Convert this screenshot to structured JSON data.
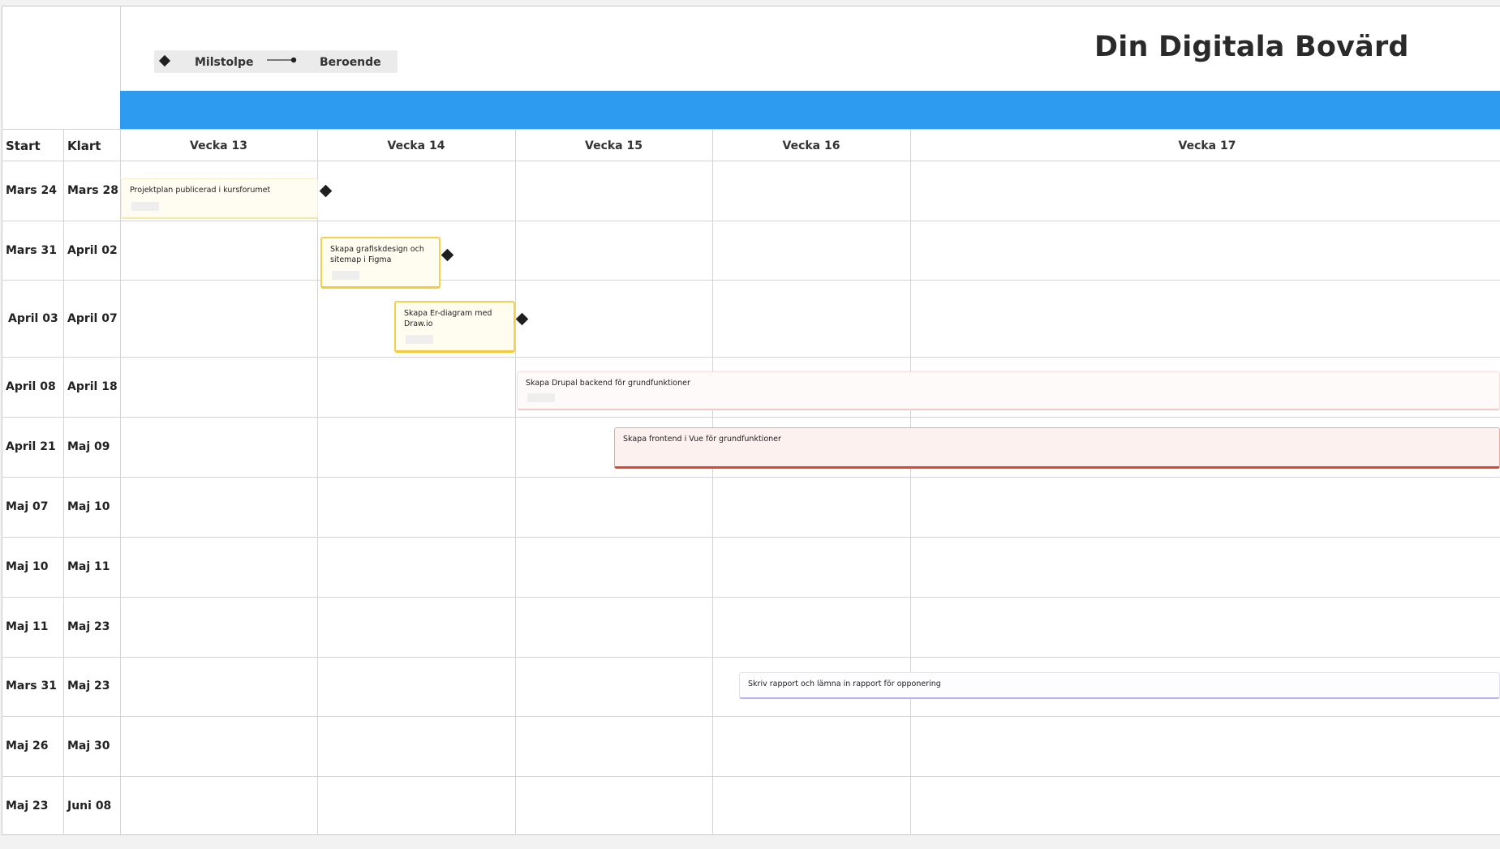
{
  "title": "Din Digitala Bovärd",
  "legend": {
    "milestone_label": "Milstolpe",
    "dependency_label": "Beroende"
  },
  "columns": {
    "start": "Start",
    "done": "Klart"
  },
  "weeks": [
    "Vecka 13",
    "Vecka 14",
    "Vecka 15",
    "Vecka 16",
    "Vecka 17"
  ],
  "colors": {
    "banner": "#2d9bf0",
    "yellow_task": "#f5c93a",
    "red_task": "#e0452f",
    "lilac_task": "#b9b0ee"
  },
  "chart_data": {
    "type": "gantt",
    "title": "Din Digitala Bovärd",
    "x_axis": [
      "Vecka 13",
      "Vecka 14",
      "Vecka 15",
      "Vecka 16",
      "Vecka 17"
    ],
    "rows": [
      {
        "start": "Mars 24",
        "done": "Mars 28",
        "task": "Projektplan publicerad i kursforumet",
        "milestone": true
      },
      {
        "start": "Mars 31",
        "done": "April 02",
        "task": "Skapa grafiskdesign och sitemap i Figma",
        "milestone": true
      },
      {
        "start": "April 03",
        "done": "April 07",
        "task": "Skapa Er-diagram med Draw.io",
        "milestone": true
      },
      {
        "start": "April 08",
        "done": "April 18",
        "task": "Skapa Drupal backend för grundfunktioner",
        "milestone": false
      },
      {
        "start": "April 21",
        "done": "Maj 09",
        "task": "Skapa frontend i Vue för grundfunktioner",
        "milestone": false
      },
      {
        "start": "Maj 07",
        "done": "Maj 10",
        "task": "",
        "milestone": false
      },
      {
        "start": "Maj 10",
        "done": "Maj 11",
        "task": "",
        "milestone": false
      },
      {
        "start": "Maj 11",
        "done": "Maj 23",
        "task": "",
        "milestone": false
      },
      {
        "start": "Mars 31",
        "done": "Maj 23",
        "task": "Skriv rapport och lämna in rapport för opponering",
        "milestone": false
      },
      {
        "start": "Maj 26",
        "done": "Maj 30",
        "task": "",
        "milestone": false
      },
      {
        "start": "Maj 23",
        "done": "Juni 08",
        "task": "",
        "milestone": false
      }
    ]
  }
}
